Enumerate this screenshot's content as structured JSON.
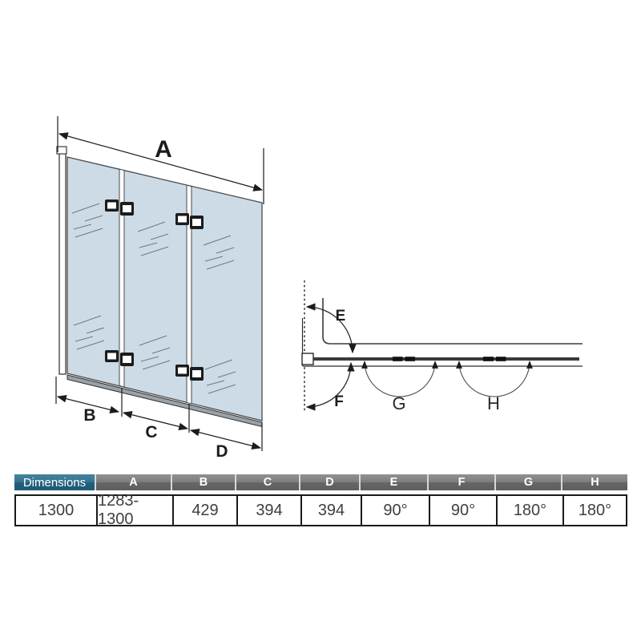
{
  "front_view": {
    "labels": {
      "width_total": "A",
      "panel_b": "B",
      "panel_c": "C",
      "panel_d": "D"
    }
  },
  "top_view": {
    "labels": {
      "angle_e": "E",
      "angle_f": "F",
      "angle_g": "G",
      "angle_h": "H"
    }
  },
  "table": {
    "headers": [
      "Dimensions",
      "A",
      "B",
      "C",
      "D",
      "E",
      "F",
      "G",
      "H"
    ],
    "values": [
      "1300",
      "1283-1300",
      "429",
      "394",
      "394",
      "90°",
      "90°",
      "180°",
      "180°"
    ]
  },
  "colors": {
    "glass": "#ccdbe6",
    "outline": "#3a3a3a",
    "hinge": "#1c1c1c",
    "accent_header_top": "#45829e",
    "accent_header_bottom": "#1e5a78",
    "gray_header_top": "#919191",
    "gray_header_bottom": "#5e5e5e",
    "value_text": "#3f3f3f"
  }
}
